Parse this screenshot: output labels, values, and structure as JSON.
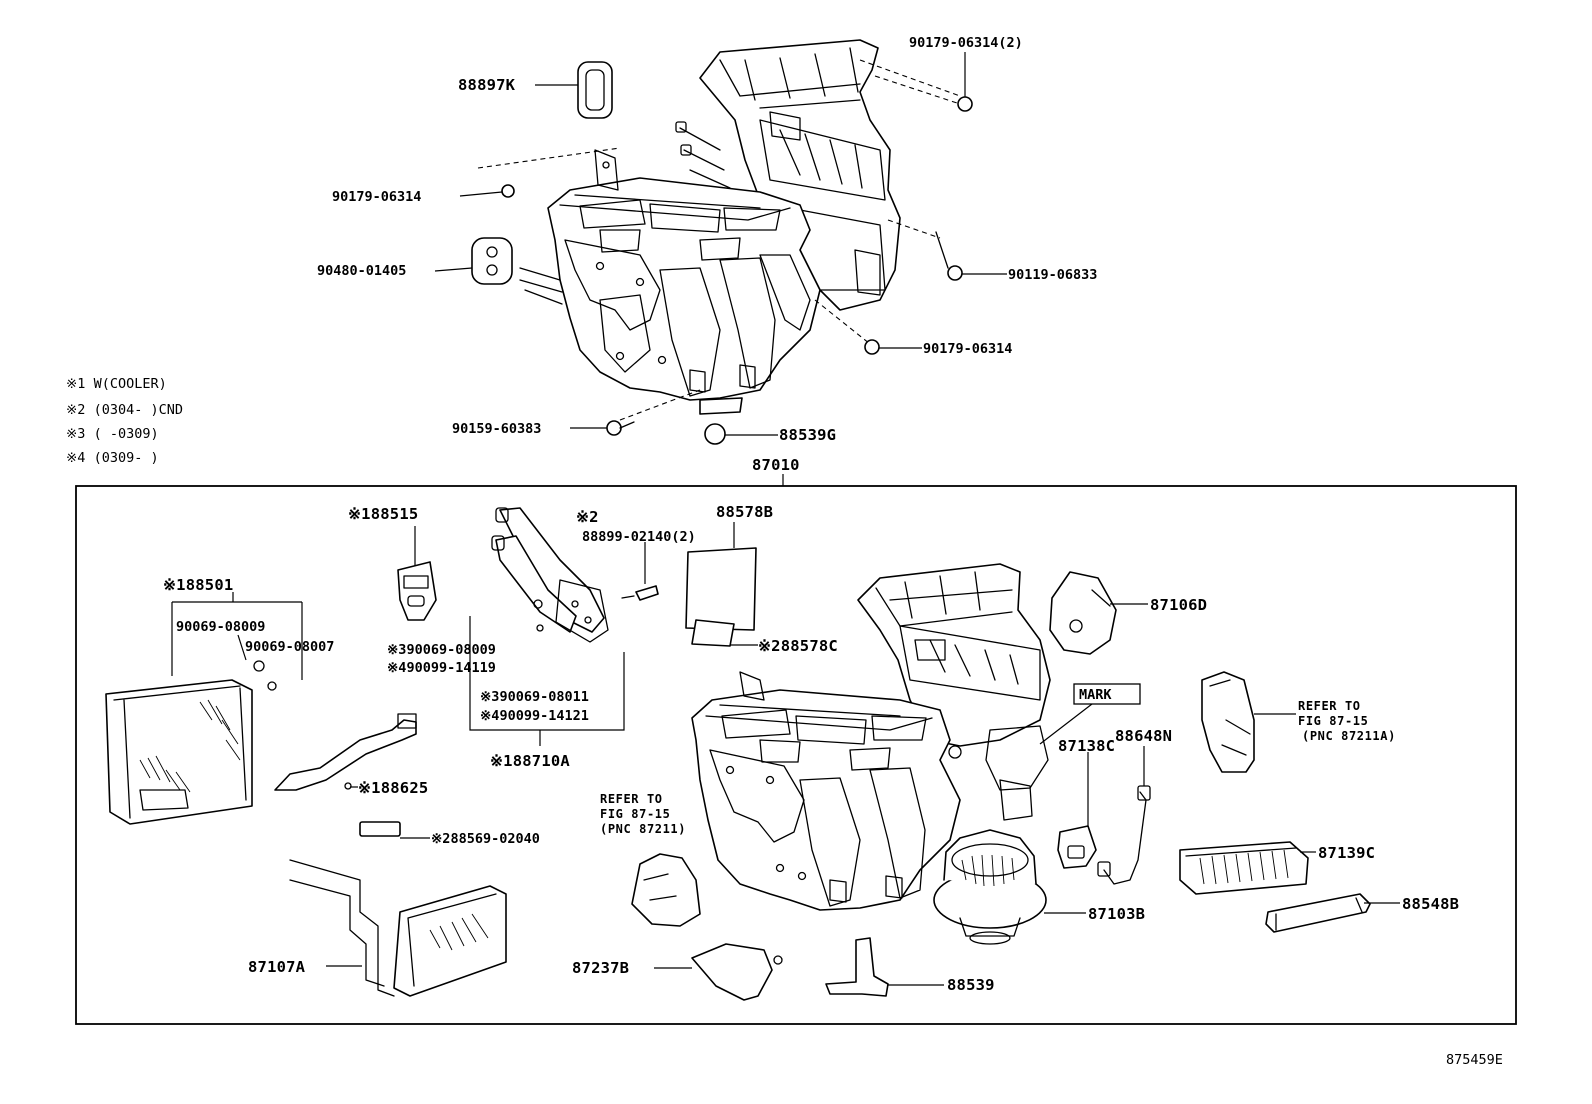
{
  "callouts": {
    "c88897K": "88897K",
    "c90179_06314_2": "90179-06314(2)",
    "c90179_06314_a": "90179-06314",
    "c90480_01405": "90480-01405",
    "c90119_06833": "90119-06833",
    "c90179_06314_b": "90179-06314",
    "c90159_60383": "90159-60383",
    "c88539G": "88539G",
    "c87010": "87010",
    "c88515": "※188515",
    "c88501": "※188501",
    "c90069_08009_a": "90069-08009",
    "c90069_08007": "90069-08007",
    "c88625": "※188625",
    "c88569_02040": "※288569-02040",
    "c87107A": "87107A",
    "c_mark2": "※2",
    "c88899_02140": "88899-02140(2)",
    "c90069_08009_b": "※390069-08009",
    "c90099_14119": "※490099-14119",
    "c90069_08011": "※390069-08011",
    "c90099_14121": "※490099-14121",
    "c88710A": "※188710A",
    "c88578B": "88578B",
    "c88578C": "※288578C",
    "c87106D": "87106D",
    "c_markbox": "MARK",
    "c88648N": "88648N",
    "c87138C": "87138C",
    "c87139C": "87139C",
    "c87103B": "87103B",
    "c88548B": "88548B",
    "c87237B": "87237B",
    "c88539": "88539"
  },
  "refer_left": [
    "REFER TO",
    "FIG 87-15",
    "(PNC 87211)"
  ],
  "refer_right": [
    "REFER TO",
    "FIG 87-15",
    "(PNC 87211A)"
  ],
  "notes": [
    "※1 W(COOLER)",
    "※2 (0304-      )CND",
    "※3 (      -0309)",
    "※4 (0309-      )"
  ],
  "figure_id": "875459E"
}
